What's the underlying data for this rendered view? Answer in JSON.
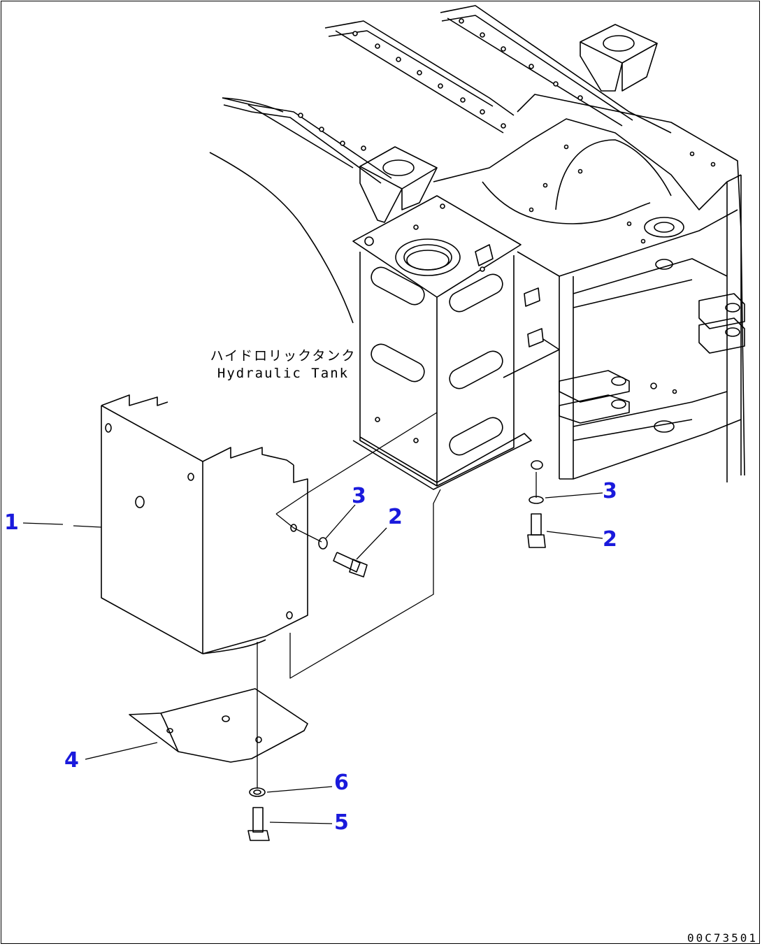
{
  "diagram": {
    "tank_label_jp": "ハイドロリックタンク",
    "tank_label_en": "Hydraulic Tank",
    "drawing_number": "00C73501"
  },
  "callouts": {
    "c1": "1",
    "c2a": "2",
    "c2b": "2",
    "c3a": "3",
    "c3b": "3",
    "c4": "4",
    "c5": "5",
    "c6": "6"
  }
}
